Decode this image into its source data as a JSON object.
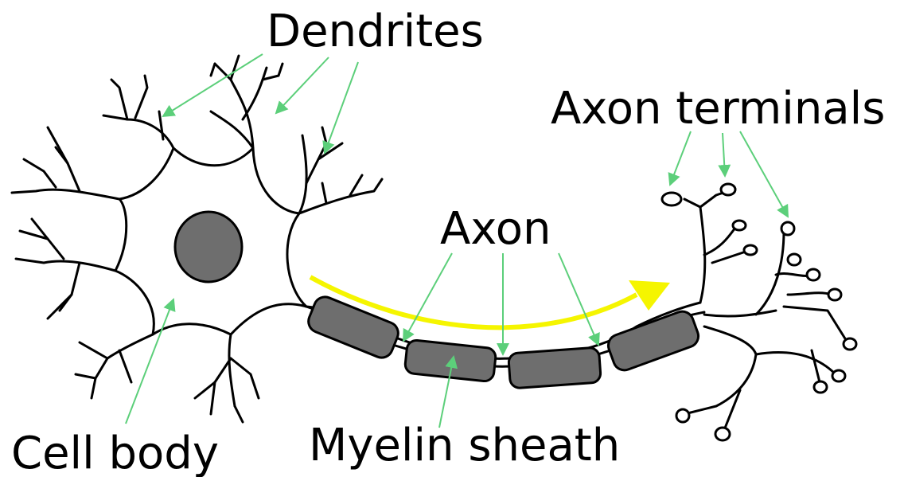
{
  "labels": {
    "dendrites": "Dendrites",
    "axon_terminals": "Axon terminals",
    "axon": "Axon",
    "cell_body": "Cell body",
    "myelin_sheath": "Myelin sheath"
  },
  "colors": {
    "outline": "#000000",
    "nucleus": "#6e6e6e",
    "myelin": "#6e6e6e",
    "pointer_arrows": "#5ccf7a",
    "signal_arrow": "#f5f500",
    "background": "#ffffff"
  }
}
